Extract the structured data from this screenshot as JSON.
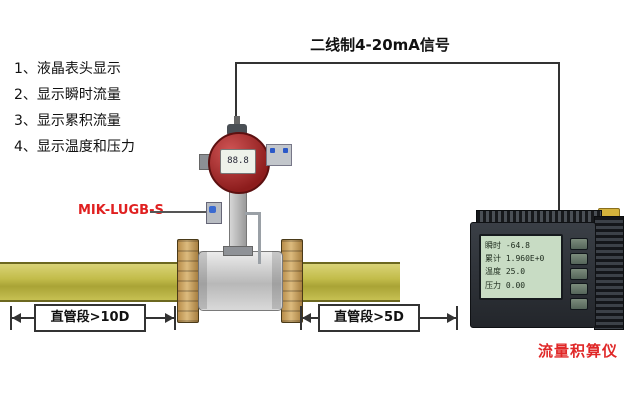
{
  "diagram": {
    "signal_label": "二线制4-20mA信号",
    "features": [
      "1、液晶表头显示",
      "2、显示瞬时流量",
      "3、显示累积流量",
      "4、显示温度和压力"
    ],
    "model_label": "MIK-LUGB-S",
    "dim_left": "直管段>10D",
    "dim_right": "直管段>5D",
    "meter_display": "88.8",
    "totalizer_display": [
      "瞬时 -64.8",
      "累计 1.960E+0",
      "温度 25.0",
      "压力 0.00"
    ],
    "totalizer_label": "流量积算仪",
    "colors": {
      "pipe": "#c3bd4b",
      "flange": "#c8a05a",
      "accent_red": "#e02020",
      "wire": "#333333",
      "lcd_green": "#c8dcc4",
      "head_ring_red": "#8c1c1c"
    }
  }
}
